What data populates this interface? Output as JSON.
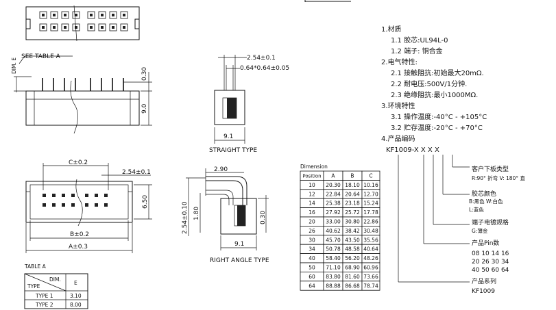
{
  "top_view": {
    "see_table": "SEE TABLE A",
    "dim_e": "DIM. E",
    "dim_030": "0.30",
    "dim_90": "9.0"
  },
  "straight": {
    "pitch": "2.54±0.1",
    "pin": "0.64*0.64±0.05",
    "width": "9.1",
    "caption": "STRAIGHT TYPE"
  },
  "bottom_view": {
    "c": "C±0.2",
    "pitch": "2.54±0.1",
    "height": "6.50",
    "b": "B±0.2",
    "a": "A±0.3"
  },
  "right_angle": {
    "dim_290": "2.90",
    "dim_254": "2.54±0.10",
    "dim_180": "1.80",
    "dim_030": "0.30",
    "width": "9.1",
    "caption": "RIGHT ANGLE TYPE"
  },
  "table_a": {
    "title": "TABLE A",
    "header_dim": "DIM.",
    "header_type": "TYPE",
    "header_e": "E",
    "rows": [
      {
        "type": "TYPE  1",
        "e": "3.10"
      },
      {
        "type": "TYPE  2",
        "e": "8.00"
      }
    ]
  },
  "dimension_table": {
    "title": "Dimension",
    "headers": [
      "Position",
      "A",
      "B",
      "C"
    ],
    "rows": [
      [
        "10",
        "20.30",
        "18.10",
        "10.16"
      ],
      [
        "12",
        "22.84",
        "20.64",
        "12.70"
      ],
      [
        "14",
        "25.38",
        "23.18",
        "15.24"
      ],
      [
        "16",
        "27.92",
        "25.72",
        "17.78"
      ],
      [
        "20",
        "33.00",
        "30.80",
        "22.86"
      ],
      [
        "26",
        "40.62",
        "38.42",
        "30.48"
      ],
      [
        "30",
        "45.70",
        "43.50",
        "35.56"
      ],
      [
        "34",
        "50.78",
        "48.58",
        "40.64"
      ],
      [
        "40",
        "58.40",
        "56.20",
        "48.26"
      ],
      [
        "50",
        "71.10",
        "68.90",
        "60.96"
      ],
      [
        "60",
        "83.80",
        "81.60",
        "73.66"
      ],
      [
        "64",
        "88.88",
        "86.68",
        "78.74"
      ]
    ]
  },
  "spec": {
    "s1": "1.材质",
    "s1_1": "1.1  胶芯:UL94L-0",
    "s1_2": "1.2  端子: 铜合金",
    "s2": "2.电气特性:",
    "s2_1": "2.1  接触阻抗:初始最大20mΩ.",
    "s2_2": "2.2  耐电压:500V/1分钟.",
    "s2_3": "2.3  绝缘阻抗:最小1000MΩ.",
    "s3": "3.环境特性",
    "s3_1": "3.1  操作温度:-40°C  -  +105°C",
    "s3_2": "3.2  贮存温度:-20°C  -  +70°C",
    "s4": "4.产品编码"
  },
  "code": {
    "part": "KF1009-X  X  X  X",
    "customer_title": "客户下板类型",
    "customer_opts": "R:90° 折弯   V: 180° 直",
    "color_title": "胶芯颜色",
    "color_opts1": "B:黑色   W:白色",
    "color_opts2": "L:蓝色",
    "plating_title": "端子电镀规格",
    "plating_opts": "G:薄金",
    "pin_title": "产品Pin数",
    "pin_row1": "08  10  14  16",
    "pin_row2": "20  26  30  34",
    "pin_row3": "40  50  60  64",
    "series_title": "产品系列",
    "series_value": "KF1009"
  }
}
